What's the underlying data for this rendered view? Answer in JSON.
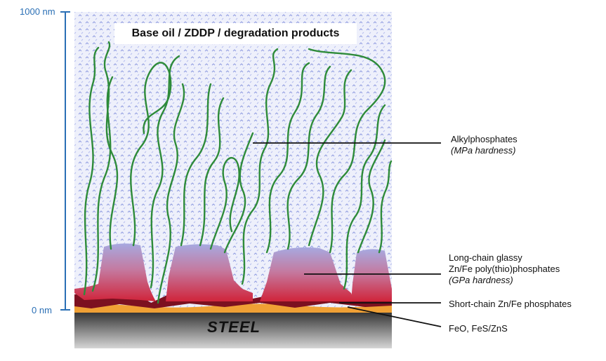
{
  "axis": {
    "top_label": "1000 nm",
    "bottom_label": "0 nm",
    "color": "#2a6fb5"
  },
  "title": "Base oil / ZDDP / degradation products",
  "substrate_label": "STEEL",
  "annotations": {
    "alkyl": {
      "line1": "Alkylphosphates",
      "line2": "(MPa hardness)"
    },
    "glassy": {
      "line1": "Long-chain glassy",
      "line2": "Zn/Fe poly(thio)phosphates",
      "line3": "(GPa hardness)"
    },
    "short_chain": "Short-chain Zn/Fe phosphates",
    "oxide": "FeO, FeS/ZnS"
  },
  "colors": {
    "chain": "#2e8b3a",
    "oil_bg": "#e8ecfa",
    "glassy_top": "#a9a9de",
    "glassy_bottom": "#d12a3a",
    "short_chain_layer": "#7a0f1c",
    "oxide_layer": "#f2a13a",
    "steel_top": "#333333",
    "steel_bottom": "#d4d4d4"
  }
}
